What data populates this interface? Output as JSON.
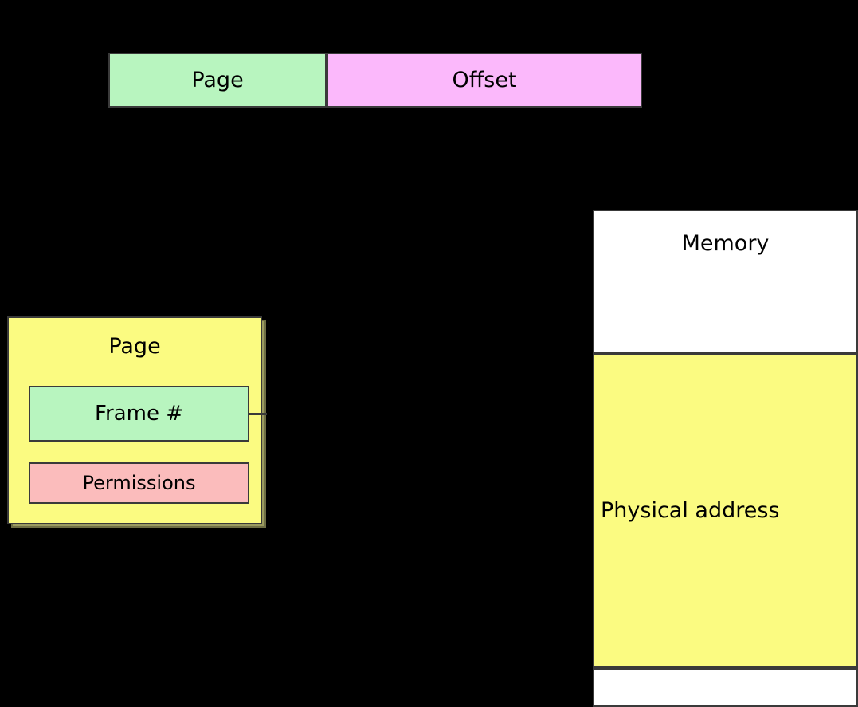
{
  "diagram": {
    "title": "virtual-address-translation",
    "background_color": "#000000",
    "virtual_address": {
      "page_field": "Page",
      "page_color": "#b8f5bf",
      "offset_field": "Offset",
      "offset_color": "#fbb8fb"
    },
    "page_table_entry": {
      "title": "Page",
      "entry_color": "#fbfb81",
      "frame_label": "Frame #",
      "frame_color": "#b8f5bf",
      "permissions_label": "Permissions",
      "permissions_color": "#fbbcbc"
    },
    "memory": {
      "title": "Memory",
      "title_color": "#ffffff",
      "frame_label": "Physical address",
      "frame_color": "#fbfb81"
    }
  }
}
